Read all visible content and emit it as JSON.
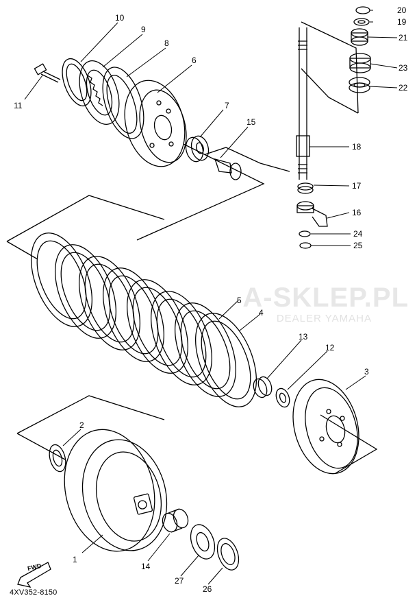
{
  "diagram": {
    "code": "4XV352-8150",
    "fwd_label": "FWD",
    "watermark": "A-SKLEP.PL",
    "watermark_sub": "DEALER YAMAHA",
    "callouts": [
      {
        "id": "c10",
        "label": "10"
      },
      {
        "id": "c9",
        "label": "9"
      },
      {
        "id": "c8",
        "label": "8"
      },
      {
        "id": "c6",
        "label": "6"
      },
      {
        "id": "c7",
        "label": "7"
      },
      {
        "id": "c15",
        "label": "15"
      },
      {
        "id": "c11",
        "label": "11"
      },
      {
        "id": "c20",
        "label": "20"
      },
      {
        "id": "c19",
        "label": "19"
      },
      {
        "id": "c21",
        "label": "21"
      },
      {
        "id": "c23",
        "label": "23"
      },
      {
        "id": "c22",
        "label": "22"
      },
      {
        "id": "c18",
        "label": "18"
      },
      {
        "id": "c17",
        "label": "17"
      },
      {
        "id": "c16",
        "label": "16"
      },
      {
        "id": "c24",
        "label": "24"
      },
      {
        "id": "c25",
        "label": "25"
      },
      {
        "id": "c5",
        "label": "5"
      },
      {
        "id": "c4",
        "label": "4"
      },
      {
        "id": "c13",
        "label": "13"
      },
      {
        "id": "c12",
        "label": "12"
      },
      {
        "id": "c3",
        "label": "3"
      },
      {
        "id": "c2",
        "label": "2"
      },
      {
        "id": "c1",
        "label": "1"
      },
      {
        "id": "c14",
        "label": "14"
      },
      {
        "id": "c27",
        "label": "27"
      },
      {
        "id": "c26",
        "label": "26"
      }
    ]
  }
}
